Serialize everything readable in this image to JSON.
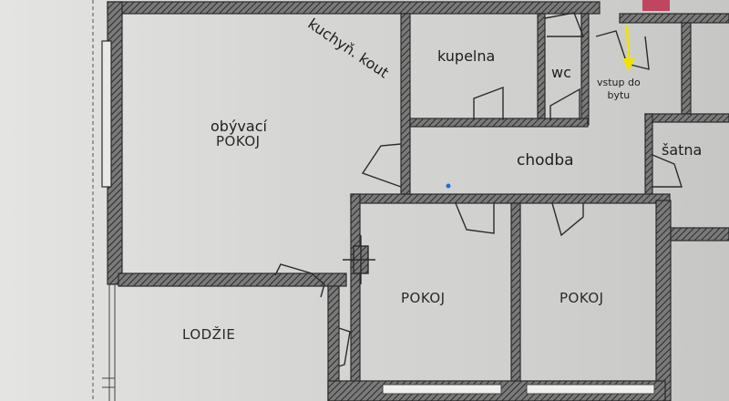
{
  "rooms": {
    "obyvaci_line1": "obývací",
    "obyvaci_line2": "POKOJ",
    "kuchyn": "kuchyň. kout",
    "kupelna": "kupelna",
    "wc": "wc",
    "vstup_line1": "vstup do",
    "vstup_line2": "bytu",
    "chodba": "chodba",
    "satna": "šatna",
    "pokoj_left": "POKOJ",
    "pokoj_right": "POKOJ",
    "lodzie": "LODŽIE"
  },
  "colors": {
    "wall": "#2b2b2b",
    "floor": "#d4d4d2",
    "arrow": "#f2e200",
    "background": "#d9d9d7"
  }
}
